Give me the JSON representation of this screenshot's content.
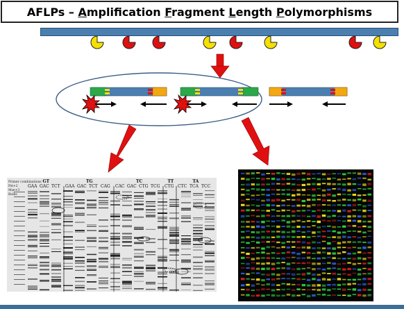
{
  "title": {
    "prefix": "AFLPs – ",
    "words": [
      {
        "first": "A",
        "rest": "mplification"
      },
      {
        "first": "F",
        "rest": "ragment"
      },
      {
        "first": "L",
        "rest": "ength"
      },
      {
        "first": "P",
        "rest": "olymorphisms"
      }
    ]
  },
  "colors": {
    "dna": "#4a7fb0",
    "enzyme_a": "#f5e000",
    "enzyme_b": "#e01010",
    "adapter_green": "#2aa84a",
    "adapter_orange": "#f3a712",
    "arrow_red": "#e01010",
    "ellipse": "#3b5f86"
  },
  "restriction_sites": [
    {
      "type": "yellow-enzyme"
    },
    {
      "type": "red-enzyme"
    },
    {
      "type": "red-enzyme"
    },
    {
      "type": "yellow-enzyme"
    },
    {
      "type": "red-enzyme"
    },
    {
      "type": "yellow-enzyme"
    },
    {
      "type": "red-enzyme"
    },
    {
      "type": "yellow-enzyme"
    }
  ],
  "gel_left": {
    "header_lines": [
      "Primer combinations",
      "Pst+2",
      "Mse+3",
      "Bulks"
    ],
    "groups": [
      {
        "name": "GT",
        "lanes": [
          "GAA",
          "GAC",
          "TCT"
        ]
      },
      {
        "name": "TG",
        "lanes": [
          "GAA",
          "GAC",
          "TCT",
          "CAG"
        ]
      },
      {
        "name": "TC",
        "lanes": [
          "CAC",
          "GAC",
          "CTG",
          "TCG"
        ]
      },
      {
        "name": "TT",
        "lanes": [
          "CTG"
        ]
      },
      {
        "name": "TA",
        "lanes": [
          "CTC",
          "TCA",
          "TCC"
        ]
      }
    ]
  }
}
